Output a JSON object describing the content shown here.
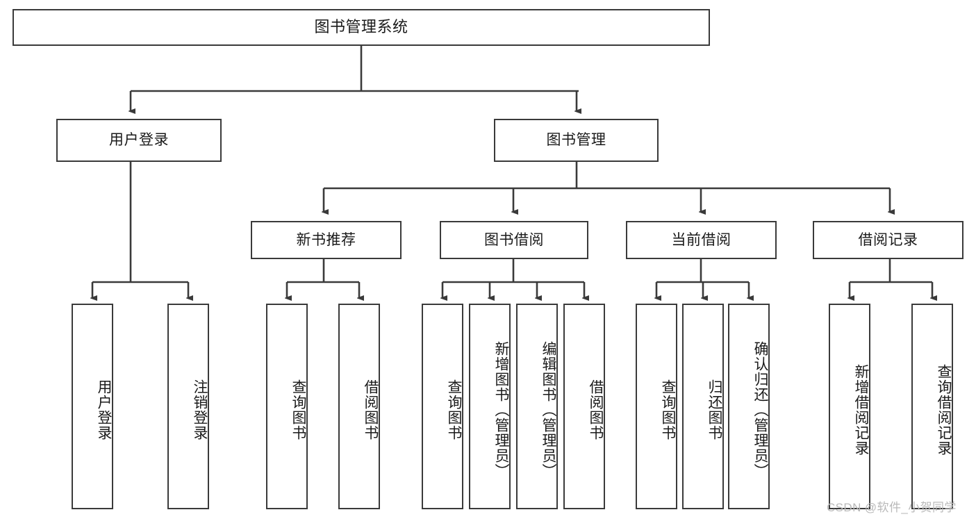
{
  "diagram": {
    "title": "图书管理系统",
    "type": "tree-hierarchy-chart",
    "colors": {
      "node_border": "#3a3a3a",
      "node_fill": "#ffffff",
      "edge": "#3a3a3a",
      "text": "#1a1a1a",
      "watermark": "#b9b9b9",
      "background": "#ffffff"
    },
    "root": {
      "id": "root",
      "label": "图书管理系统"
    },
    "level2": [
      {
        "id": "user-login",
        "label": "用户登录"
      },
      {
        "id": "book-management",
        "label": "图书管理"
      }
    ],
    "level3": [
      {
        "id": "new-book-recommend",
        "label": "新书推荐"
      },
      {
        "id": "book-borrow",
        "label": "图书借阅"
      },
      {
        "id": "current-borrow",
        "label": "当前借阅"
      },
      {
        "id": "borrow-record",
        "label": "借阅记录"
      }
    ],
    "leaves": {
      "user_login": [
        {
          "id": "leaf-user-login",
          "label": "用户登录"
        },
        {
          "id": "leaf-logout-login",
          "label": "注销登录"
        }
      ],
      "new_book_recommend": [
        {
          "id": "leaf-query-book-1",
          "label": "查询图书"
        },
        {
          "id": "leaf-borrow-book-1",
          "label": "借阅图书"
        }
      ],
      "book_borrow": [
        {
          "id": "leaf-query-book-2",
          "label": "查询图书"
        },
        {
          "id": "leaf-add-book",
          "label": "新增图书（管理员）"
        },
        {
          "id": "leaf-edit-book",
          "label": "编辑图书（管理员）"
        },
        {
          "id": "leaf-borrow-book-2",
          "label": "借阅图书"
        }
      ],
      "current_borrow": [
        {
          "id": "leaf-query-book-3",
          "label": "查询图书"
        },
        {
          "id": "leaf-return-book",
          "label": "归还图书"
        },
        {
          "id": "leaf-confirm-return",
          "label": "确认归还（管理员）"
        }
      ],
      "borrow_record": [
        {
          "id": "leaf-add-borrow-record",
          "label": "新增借阅记录"
        },
        {
          "id": "leaf-query-borrow-record",
          "label": "查询借阅记录"
        }
      ]
    },
    "watermark": "CSDN @软件_小贺同学"
  }
}
